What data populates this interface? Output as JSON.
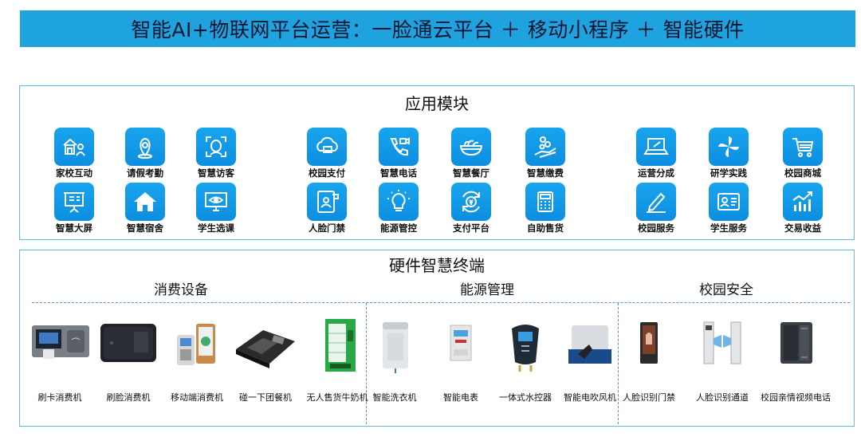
{
  "banner": {
    "title": "智能AI+物联网平台运营：一脸通云平台  ＋  移动小程序  ＋  智能硬件"
  },
  "apps": {
    "title": "应用模块",
    "items": [
      {
        "label": "家校互动",
        "icon": "family-school-icon"
      },
      {
        "label": "请假考勤",
        "icon": "location-pin-icon"
      },
      {
        "label": "智慧访客",
        "icon": "face-scan-icon"
      },
      {
        "label": "智慧大屏",
        "icon": "display-board-icon"
      },
      {
        "label": "智慧宿舍",
        "icon": "home-icon"
      },
      {
        "label": "学生选课",
        "icon": "monitor-eye-icon"
      },
      {
        "label": "校园支付",
        "icon": "cloud-wallet-icon"
      },
      {
        "label": "智慧电话",
        "icon": "phone-video-icon"
      },
      {
        "label": "智慧餐厅",
        "icon": "noodle-bowl-icon"
      },
      {
        "label": "智慧缴费",
        "icon": "coins-hand-icon"
      },
      {
        "label": "人脸门禁",
        "icon": "tablet-user-icon"
      },
      {
        "label": "能源管控",
        "icon": "light-bulb-icon"
      },
      {
        "label": "支付平台",
        "icon": "currency-cycle-icon"
      },
      {
        "label": "自助售货",
        "icon": "calculator-icon"
      },
      {
        "label": "运营分成",
        "icon": "laptop-icon"
      },
      {
        "label": "研学实践",
        "icon": "pinwheel-icon"
      },
      {
        "label": "校园商城",
        "icon": "shopping-cart-icon"
      },
      {
        "label": "校园服务",
        "icon": "pen-edit-icon"
      },
      {
        "label": "学生服务",
        "icon": "id-card-icon"
      },
      {
        "label": "交易收益",
        "icon": "growth-chart-icon"
      }
    ]
  },
  "hardware": {
    "title": "硬件智慧终端",
    "categories": [
      {
        "label": "消费设备"
      },
      {
        "label": "能源管理"
      },
      {
        "label": "校园安全"
      }
    ],
    "devices": [
      {
        "label": "刷卡消费机"
      },
      {
        "label": "刷脸消费机"
      },
      {
        "label": "移动端消费机"
      },
      {
        "label": "碰一下团餐机"
      },
      {
        "label": "无人售货牛奶机"
      },
      {
        "label": "智能洗衣机"
      },
      {
        "label": "智能电表"
      },
      {
        "label": "一体式水控器"
      },
      {
        "label": "智能电吹风机"
      },
      {
        "label": "人脸识别门禁"
      },
      {
        "label": "人脸识别通道"
      },
      {
        "label": "校园亲情视频电话"
      }
    ]
  },
  "colors": {
    "banner": "#1fa3df",
    "icon_bg": "#0d8ee0",
    "panel_border": "#5bc0e8",
    "divider": "#5b8fd0"
  }
}
